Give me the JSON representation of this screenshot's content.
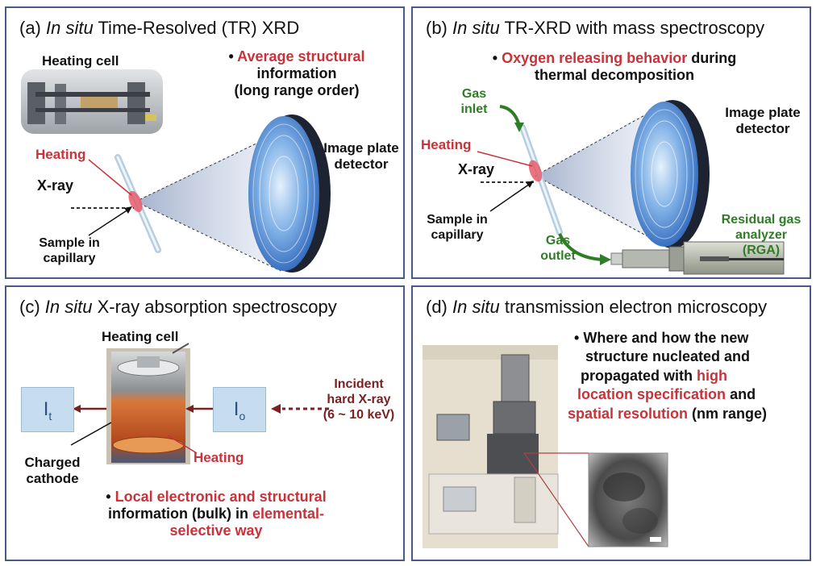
{
  "panel_a": {
    "title_label": "(a)",
    "title_italic": "In situ",
    "title_rest": "Time-Resolved (TR) XRD",
    "heating_cell": "Heating cell",
    "bullet": "•",
    "avg_line1": "Average structural",
    "avg_line2": "information",
    "avg_line3": "(long range order)",
    "heating": "Heating",
    "xray": "X-ray",
    "sample_line1": "Sample in",
    "sample_line2": "capillary",
    "detector_line1": "Image plate",
    "detector_line2": "detector"
  },
  "panel_b": {
    "title_label": "(b)",
    "title_italic": "In situ",
    "title_rest": "TR-XRD with mass spectroscopy",
    "bullet": "•",
    "oxygen": "Oxygen releasing behavior",
    "during": "during",
    "thermal": "thermal decomposition",
    "gas_inlet_line1": "Gas",
    "gas_inlet_line2": "inlet",
    "heating": "Heating",
    "xray": "X-ray",
    "sample_line1": "Sample in",
    "sample_line2": "capillary",
    "gas_outlet_line1": "Gas",
    "gas_outlet_line2": "outlet",
    "detector_line1": "Image plate",
    "detector_line2": "detector",
    "rga_line1": "Residual gas",
    "rga_line2": "analyzer",
    "rga_line3": "(RGA)"
  },
  "panel_c": {
    "title_label": "(c)",
    "title_italic": "In situ",
    "title_rest": "X-ray absorption spectroscopy",
    "heating_cell": "Heating cell",
    "it_main": "I",
    "it_sub": "t",
    "io_main": "I",
    "io_sub": "o",
    "incident_line1": "Incident",
    "incident_line2": "hard X-ray",
    "incident_line3": "(6 ~ 10 keV)",
    "charged_line1": "Charged",
    "charged_line2": "cathode",
    "heating": "Heating",
    "bullet": "•",
    "local": "Local electronic and structural",
    "info": "information (bulk)  in",
    "elemental": "elemental-",
    "selective": "selective way"
  },
  "panel_d": {
    "title_label": "(d)",
    "title_italic": "In situ",
    "title_rest": "transmission electron microscopy",
    "bullet": "•",
    "line1": "Where and how the new",
    "line2": "structure nucleated and",
    "line3_a": "propagated with",
    "line3_b": "high",
    "line4_a": "location specification",
    "line4_b": "and",
    "line5_a": "spatial resolution",
    "line5_b": "(nm range)"
  },
  "colors": {
    "border": "#4a5a88",
    "red_text": "#c8333a",
    "green_text": "#2f7d26",
    "dark_red_arrow": "#7a2222",
    "io_box": "#c6dcef",
    "detector_blue": "#3f7fd0"
  }
}
